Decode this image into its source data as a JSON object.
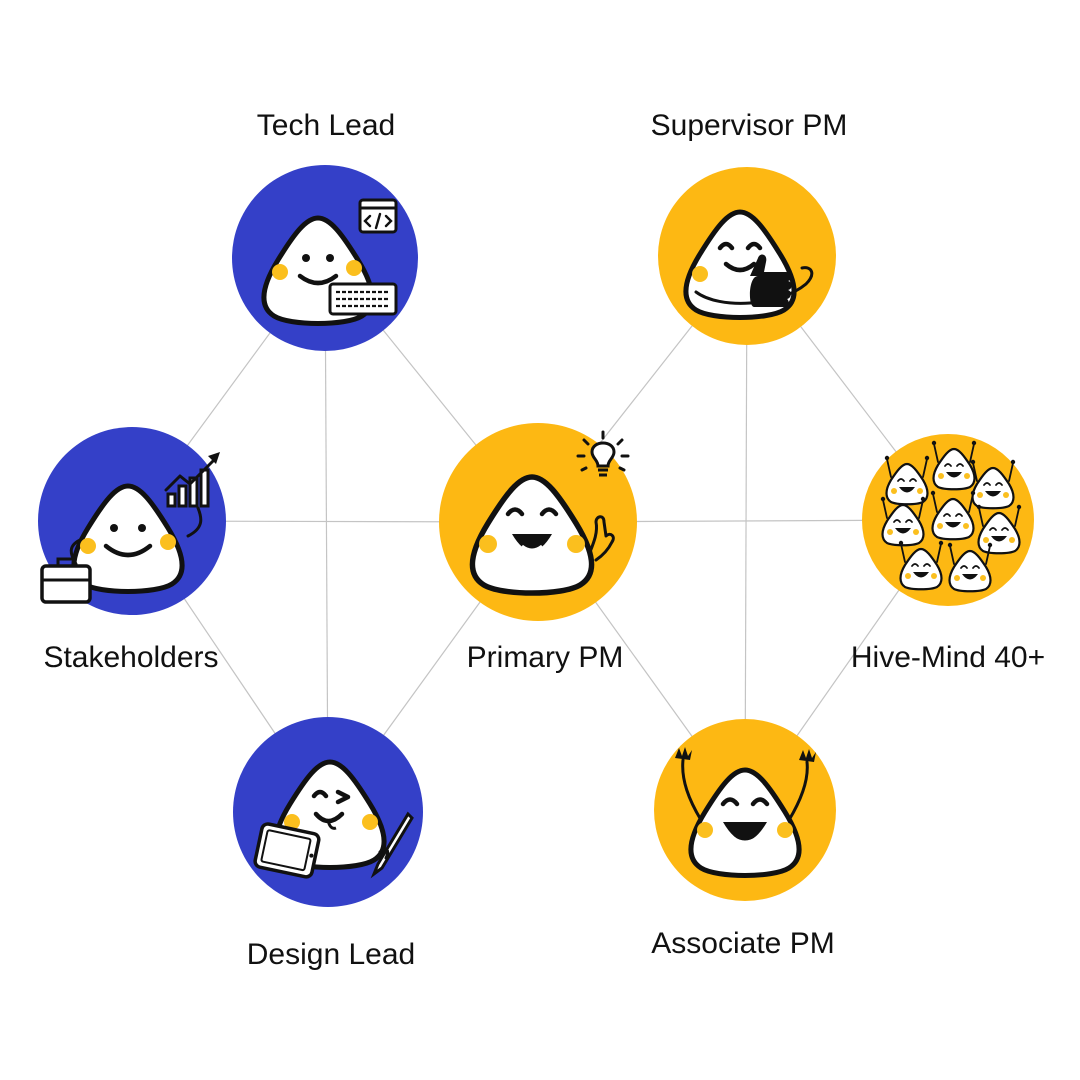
{
  "colors": {
    "blue": "#3440c8",
    "yellow": "#fdb813",
    "cheek": "#fbbf1e",
    "line": "#c4c4c4"
  },
  "nodes": {
    "tech_lead": {
      "label": "Tech Lead",
      "color": "blue",
      "icon": "code-keyboard-icon"
    },
    "supervisor_pm": {
      "label": "Supervisor PM",
      "color": "yellow",
      "icon": "thumbs-up-icon"
    },
    "stakeholders": {
      "label": "Stakeholders",
      "color": "blue",
      "icon": "briefcase-chart-icon"
    },
    "primary_pm": {
      "label": "Primary PM",
      "color": "yellow",
      "icon": "lightbulb-icon"
    },
    "hive_mind": {
      "label": "Hive-Mind 40+",
      "color": "yellow",
      "icon": "crowd-icon"
    },
    "design_lead": {
      "label": "Design Lead",
      "color": "blue",
      "icon": "tablet-pen-icon"
    },
    "associate_pm": {
      "label": "Associate PM",
      "color": "yellow",
      "icon": "cheering-icon"
    }
  },
  "edges": [
    [
      "tech_lead",
      "stakeholders"
    ],
    [
      "tech_lead",
      "primary_pm"
    ],
    [
      "tech_lead",
      "design_lead"
    ],
    [
      "stakeholders",
      "primary_pm"
    ],
    [
      "stakeholders",
      "design_lead"
    ],
    [
      "design_lead",
      "primary_pm"
    ],
    [
      "supervisor_pm",
      "primary_pm"
    ],
    [
      "supervisor_pm",
      "hive_mind"
    ],
    [
      "supervisor_pm",
      "associate_pm"
    ],
    [
      "primary_pm",
      "hive_mind"
    ],
    [
      "primary_pm",
      "associate_pm"
    ],
    [
      "hive_mind",
      "associate_pm"
    ]
  ]
}
